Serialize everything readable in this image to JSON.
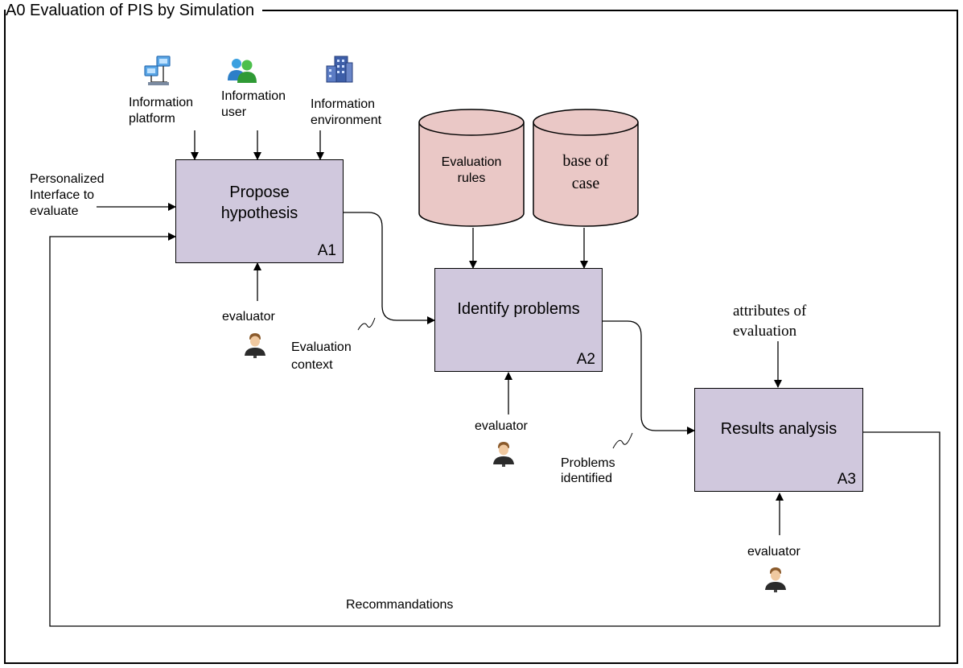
{
  "frame": {
    "title": "A0 Evaluation of PIS by Simulation"
  },
  "activities": [
    {
      "name": "Propose\nhypothesis",
      "id": "A1"
    },
    {
      "name": "Identify problems",
      "id": "A2"
    },
    {
      "name": "Results analysis",
      "id": "A3"
    }
  ],
  "controls": {
    "info_platform": "Information\nplatform",
    "info_user": "Information\nuser",
    "info_environment": "Information\nenvironment",
    "evaluation_rules": "Evaluation\nrules",
    "base_of_case": "base of\ncase",
    "attributes": "attributes of\nevaluation"
  },
  "inputs": {
    "personalized_interface": "Personalized\nInterface to\nevaluate"
  },
  "flows": {
    "evaluation_context": "Evaluation\ncontext",
    "problems_identified": "Problems\nidentified",
    "recommandations": "Recommandations"
  },
  "mechanisms": {
    "evaluator_1": "evaluator",
    "evaluator_2": "evaluator",
    "evaluator_3": "evaluator"
  },
  "colors": {
    "activity_fill": "#d0c8dd",
    "datastore_fill": "#eac8c6"
  },
  "icons": {
    "platform": "computer-network-icon",
    "user": "users-group-icon",
    "environment": "building-icon",
    "evaluator": "person-icon"
  }
}
